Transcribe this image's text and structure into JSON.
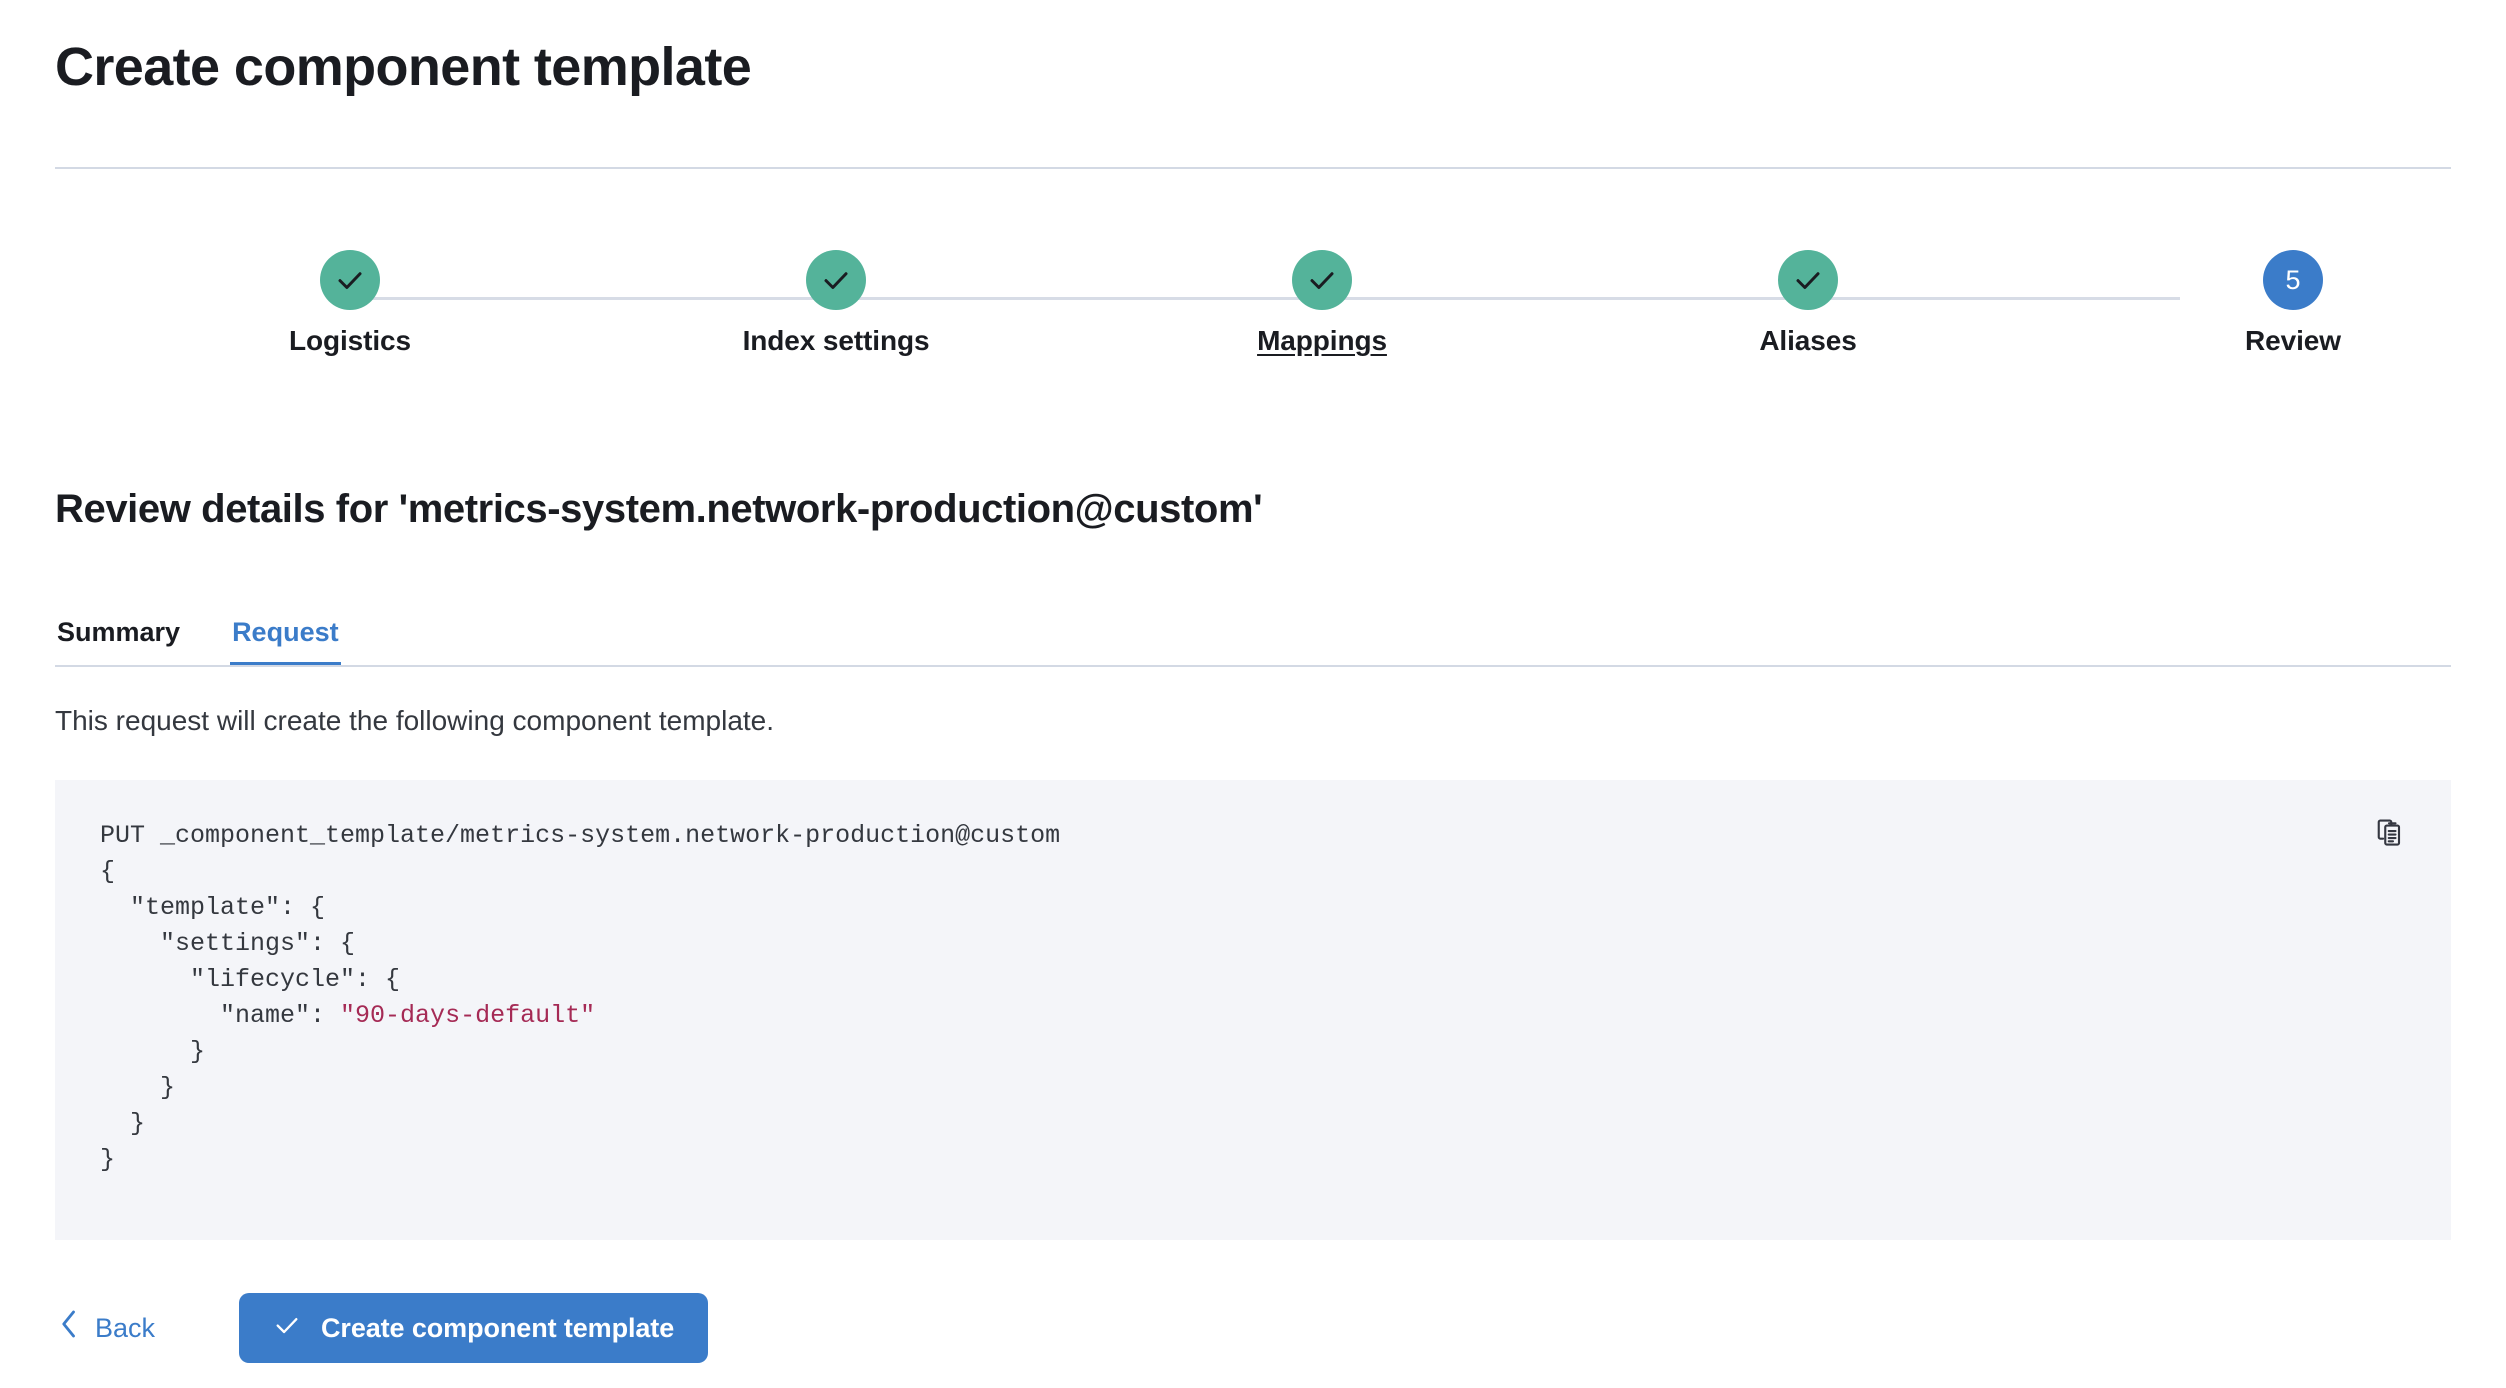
{
  "header": {
    "title": "Create component template"
  },
  "steps": {
    "items": [
      {
        "label": "Logistics",
        "state": "complete",
        "icon": "check-icon",
        "number": "1"
      },
      {
        "label": "Index settings",
        "state": "complete",
        "icon": "check-icon",
        "number": "2"
      },
      {
        "label": "Mappings",
        "state": "complete",
        "icon": "check-icon",
        "number": "3",
        "hovered": true
      },
      {
        "label": "Aliases",
        "state": "complete",
        "icon": "check-icon",
        "number": "4"
      },
      {
        "label": "Review",
        "state": "current",
        "icon": "",
        "number": "5"
      }
    ],
    "complete_color": "#54B39A",
    "current_color": "#3B7CC9",
    "line_color": "#D7DCE6"
  },
  "review": {
    "heading": "Review details for 'metrics-system.network-production@custom'",
    "tabs": [
      {
        "label": "Summary",
        "active": false
      },
      {
        "label": "Request",
        "active": true
      }
    ],
    "description": "This request will create the following component template.",
    "code": {
      "method_and_path": "PUT _component_template/metrics-system.network-production@custom",
      "line_open_root": "{",
      "line_template": "  \"template\": {",
      "line_settings": "    \"settings\": {",
      "line_lifecycle": "      \"lifecycle\": {",
      "line_name_key": "        \"name\": ",
      "line_name_value": "\"90-days-default\"",
      "line_close_lifecycle": "      }",
      "line_close_settings": "    }",
      "line_close_template": "  }",
      "line_close_root": "}",
      "string_color": "#A52A55"
    },
    "copy_button_title": "Copy to clipboard"
  },
  "footer": {
    "back_label": "Back",
    "submit_label": "Create component template",
    "accent_color": "#3B7CC9"
  }
}
